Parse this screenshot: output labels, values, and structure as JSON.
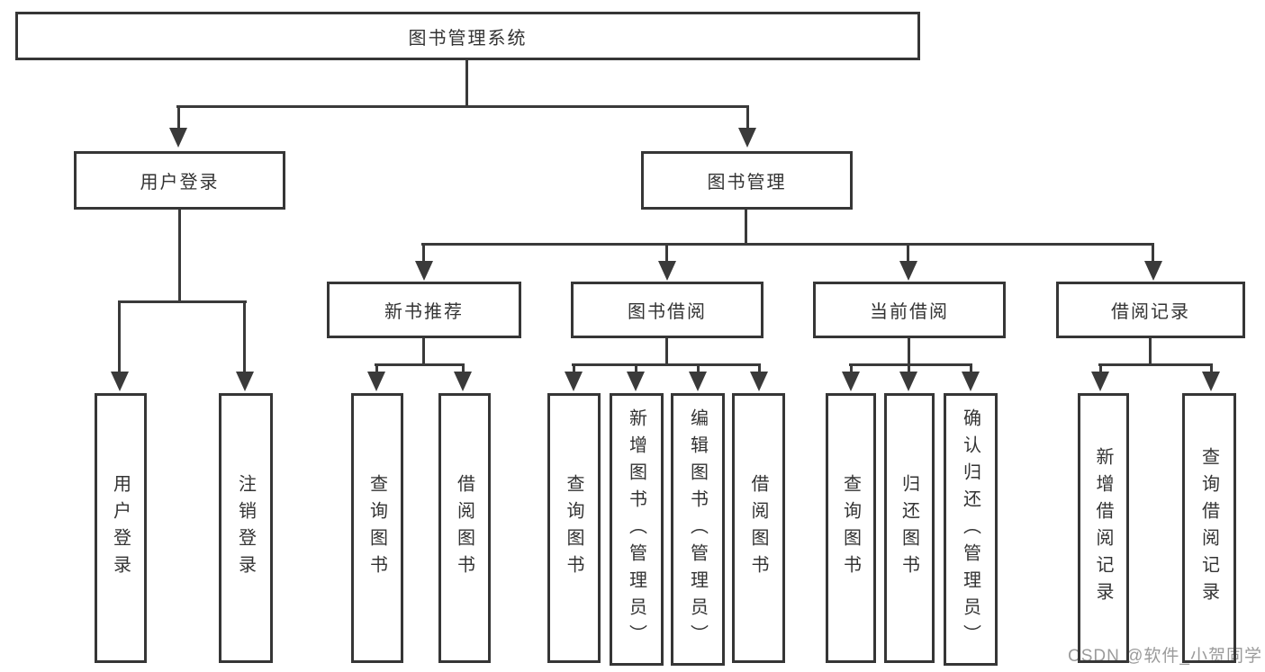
{
  "tree": {
    "label": "图书管理系统",
    "children": [
      {
        "label": "用户登录",
        "children": [
          {
            "label": "用户登录"
          },
          {
            "label": "注销登录"
          }
        ]
      },
      {
        "label": "图书管理",
        "children": [
          {
            "label": "新书推荐",
            "children": [
              {
                "label": "查询图书"
              },
              {
                "label": "借阅图书"
              }
            ]
          },
          {
            "label": "图书借阅",
            "children": [
              {
                "label": "查询图书"
              },
              {
                "label": "新增图书（管理员）"
              },
              {
                "label": "编辑图书（管理员）"
              },
              {
                "label": "借阅图书"
              }
            ]
          },
          {
            "label": "当前借阅",
            "children": [
              {
                "label": "查询图书"
              },
              {
                "label": "归还图书"
              },
              {
                "label": "确认归还（管理员）"
              }
            ]
          },
          {
            "label": "借阅记录",
            "children": [
              {
                "label": "新增借阅记录"
              },
              {
                "label": "查询借阅记录"
              }
            ]
          }
        ]
      }
    ]
  },
  "watermark": {
    "text": "CSDN @软件_小贺同学"
  },
  "colors": {
    "line": "#3a3a3a",
    "border": "#363636",
    "text": "#333333",
    "watermark": "#9b9b9b",
    "background": "#ffffff"
  },
  "diagram_type": "functional-structure-tree"
}
